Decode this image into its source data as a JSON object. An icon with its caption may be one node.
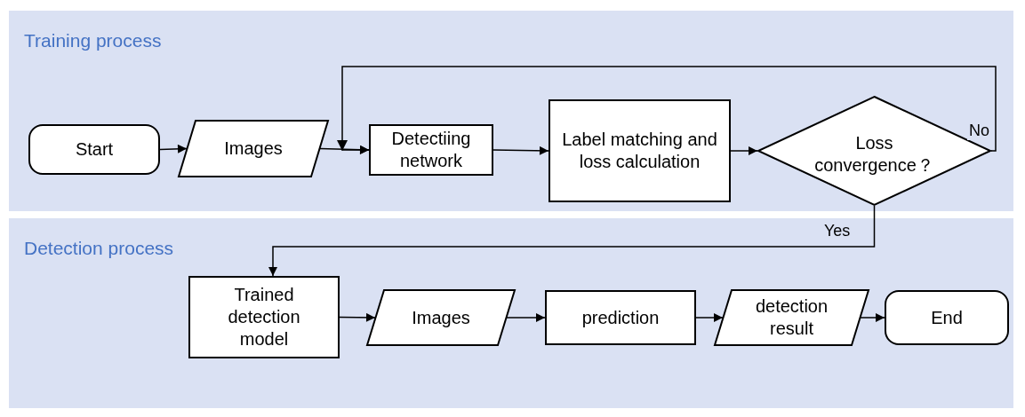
{
  "diagram": {
    "nodes": [
      {
        "text": [
          "Training process"
        ]
      },
      {
        "text": [
          "Start"
        ],
        "in": 0
      },
      {
        "text": [
          "Images"
        ],
        "in": 0
      },
      {
        "text": [
          "Detectiing network"
        ],
        "in": 0
      },
      {
        "text": [
          "Label matching and loss calculation"
        ],
        "in": 0
      },
      {
        "text": [
          "Loss convergence？"
        ],
        "in": 0
      },
      {
        "text": [
          "Detection process"
        ]
      },
      {
        "text": [
          "Trained detection model"
        ],
        "in": 6
      },
      {
        "text": [
          "Images"
        ],
        "in": 6
      },
      {
        "text": [
          "prediction"
        ],
        "in": 6
      },
      {
        "text": [
          "detection result"
        ],
        "in": 6
      },
      {
        "text": [
          "End"
        ],
        "in": 6
      }
    ],
    "edges": [
      {
        "from": 1,
        "to": 2,
        "arrow": "to"
      },
      {
        "from": 2,
        "to": 3,
        "arrow": "to"
      },
      {
        "from": 3,
        "to": 4,
        "arrow": "to"
      },
      {
        "from": 4,
        "to": 5,
        "arrow": "to"
      },
      {
        "from": 5,
        "to": 3,
        "arrow": "to",
        "label": "No"
      },
      {
        "from": 5,
        "to": 7,
        "arrow": "to",
        "label": "Yes"
      },
      {
        "from": 7,
        "to": 8,
        "arrow": "to"
      },
      {
        "from": 8,
        "to": 9,
        "arrow": "to"
      },
      {
        "from": 9,
        "to": 10,
        "arrow": "to"
      },
      {
        "from": 10,
        "to": 11,
        "arrow": "to"
      }
    ]
  }
}
